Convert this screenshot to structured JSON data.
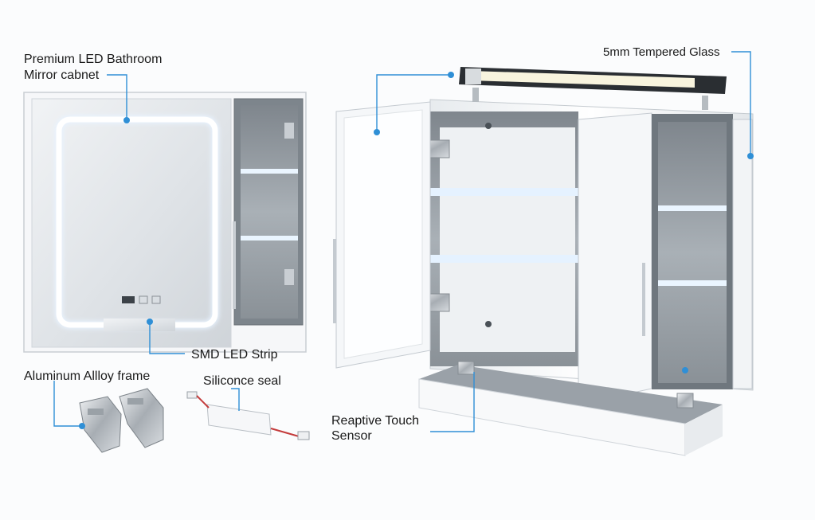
{
  "labels": {
    "title_line1": "Premium LED Bathroom",
    "title_line2": "Mirror cabnet",
    "glass": "5mm Tempered Glass",
    "smd_strip": "SMD LED Strip",
    "frame": "Aluminum Allloy frame",
    "seal": "Siliconce seal",
    "sensor_line1": "Reaptive Touch",
    "sensor_line2": "Sensor"
  },
  "colors": {
    "callout_line": "#2f8fd6",
    "cabinet_white": "#f4f6f8",
    "interior_grey": "#8c939a",
    "led_glow": "#e9f4ff"
  },
  "icons": {
    "hinge": "cabinet-hinge",
    "driver": "led-driver",
    "strip": "led-strip",
    "touch": "touch-sensor-buttons"
  }
}
